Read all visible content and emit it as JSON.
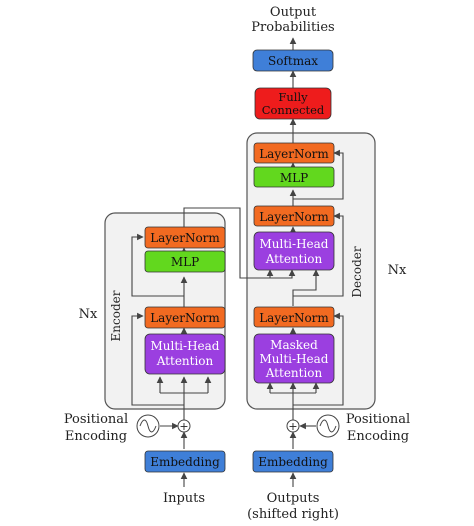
{
  "title": {
    "line1": "Output",
    "line2": "Probabilities"
  },
  "decoder_head": {
    "softmax": "Softmax",
    "fully_connected_line1": "Fully",
    "fully_connected_line2": "Connected"
  },
  "encoder": {
    "side_label": "Encoder",
    "repeat": "Nx",
    "layernorm_top": "LayerNorm",
    "mlp": "MLP",
    "layernorm_bottom": "LayerNorm",
    "attention_line1": "Multi-Head",
    "attention_line2": "Attention"
  },
  "decoder": {
    "side_label": "Decoder",
    "repeat": "Nx",
    "layernorm_1": "LayerNorm",
    "mlp": "MLP",
    "layernorm_2": "LayerNorm",
    "cross_attention_line1": "Multi-Head",
    "cross_attention_line2": "Attention",
    "layernorm_3": "LayerNorm",
    "masked_attention_line1": "Masked",
    "masked_attention_line2": "Multi-Head",
    "masked_attention_line3": "Attention"
  },
  "inputs": {
    "embedding": "Embedding",
    "label": "Inputs",
    "pos_enc_line1": "Positional",
    "pos_enc_line2": "Encoding",
    "add_symbol": "+"
  },
  "outputs": {
    "embedding": "Embedding",
    "label_line1": "Outputs",
    "label_line2": "(shifted right)",
    "pos_enc_line1": "Positional",
    "pos_enc_line2": "Encoding",
    "add_symbol": "+"
  },
  "colors": {
    "layernorm": "#F26A21",
    "mlp": "#62D81E",
    "attention": "#9B3FE0",
    "embedding": "#3F7FD8",
    "softmax": "#3F7FD8",
    "fully_connected": "#EE1C1C",
    "panel_fill": "#F2F2F2",
    "panel_stroke": "#555555",
    "line": "#444444"
  }
}
